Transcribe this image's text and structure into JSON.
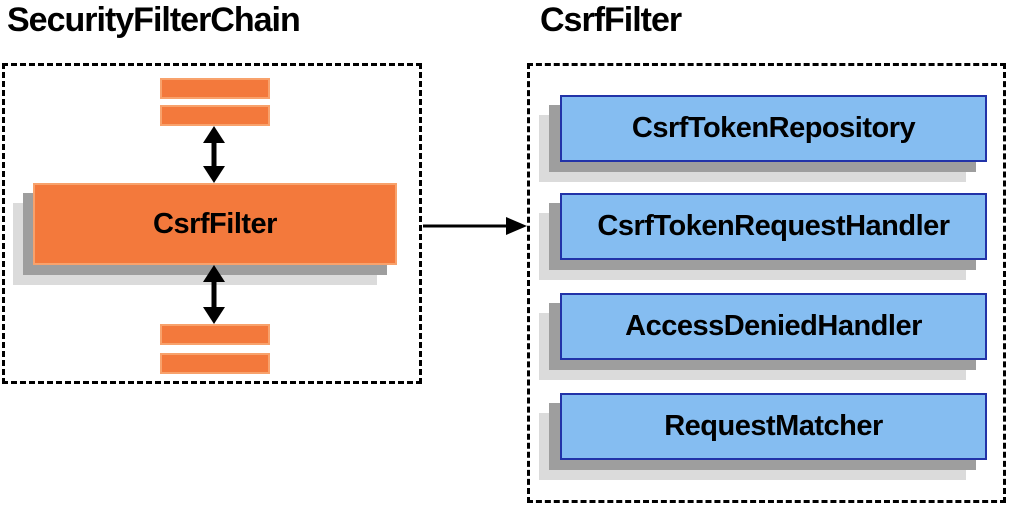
{
  "diagram": {
    "left_panel": {
      "title": "SecurityFilterChain",
      "filter_label": "CsrfFilter",
      "placeholder_bar_count": 4
    },
    "right_panel": {
      "title": "CsrfFilter",
      "components": [
        {
          "label": "CsrfTokenRepository"
        },
        {
          "label": "CsrfTokenRequestHandler"
        },
        {
          "label": "AccessDeniedHandler"
        },
        {
          "label": "RequestMatcher"
        }
      ]
    },
    "icons": {
      "vertical_connector": "double-headed-arrow-icon",
      "panel_connector": "right-arrow-icon"
    },
    "colors": {
      "orange_fill": "#F3793C",
      "orange_border": "#F8A26C",
      "blue_fill": "#85BDF1",
      "blue_border": "#2233A8",
      "shadow_mid": "#9E9E9E",
      "shadow_light": "#DBDBDB",
      "line_color": "#000000",
      "text_color": "#000000",
      "background": "#FFFFFF"
    }
  }
}
